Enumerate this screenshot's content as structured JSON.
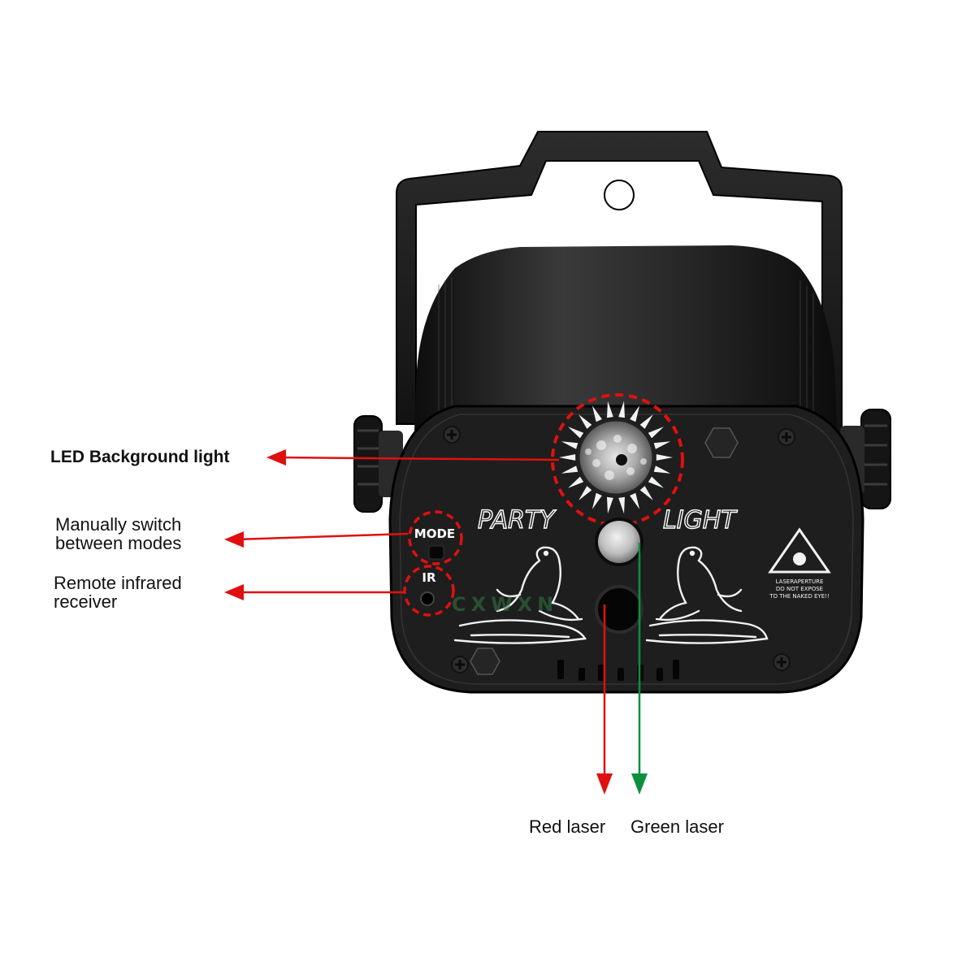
{
  "annotations": {
    "led_background_light": "LED Background light",
    "manual_switch": [
      "Manually switch",
      "between modes"
    ],
    "remote_ir": [
      "Remote infrared",
      "receiver"
    ],
    "red_laser": "Red laser",
    "green_laser": "Green laser"
  },
  "device": {
    "mode_label": "MODE",
    "ir_label": "IR",
    "party_text": "PARTY",
    "light_text": "LIGHT",
    "warning_lines": [
      "LASERAPERTURE",
      "DO NOT EXPOSE",
      "TO THE NAKED EYE!!"
    ],
    "watermark": "CXWXN"
  },
  "colors": {
    "arrow_red": "#e01010",
    "arrow_green": "#0e8f3e",
    "device_body": "#1b1b1b",
    "highlight_circle": "#e01010"
  }
}
